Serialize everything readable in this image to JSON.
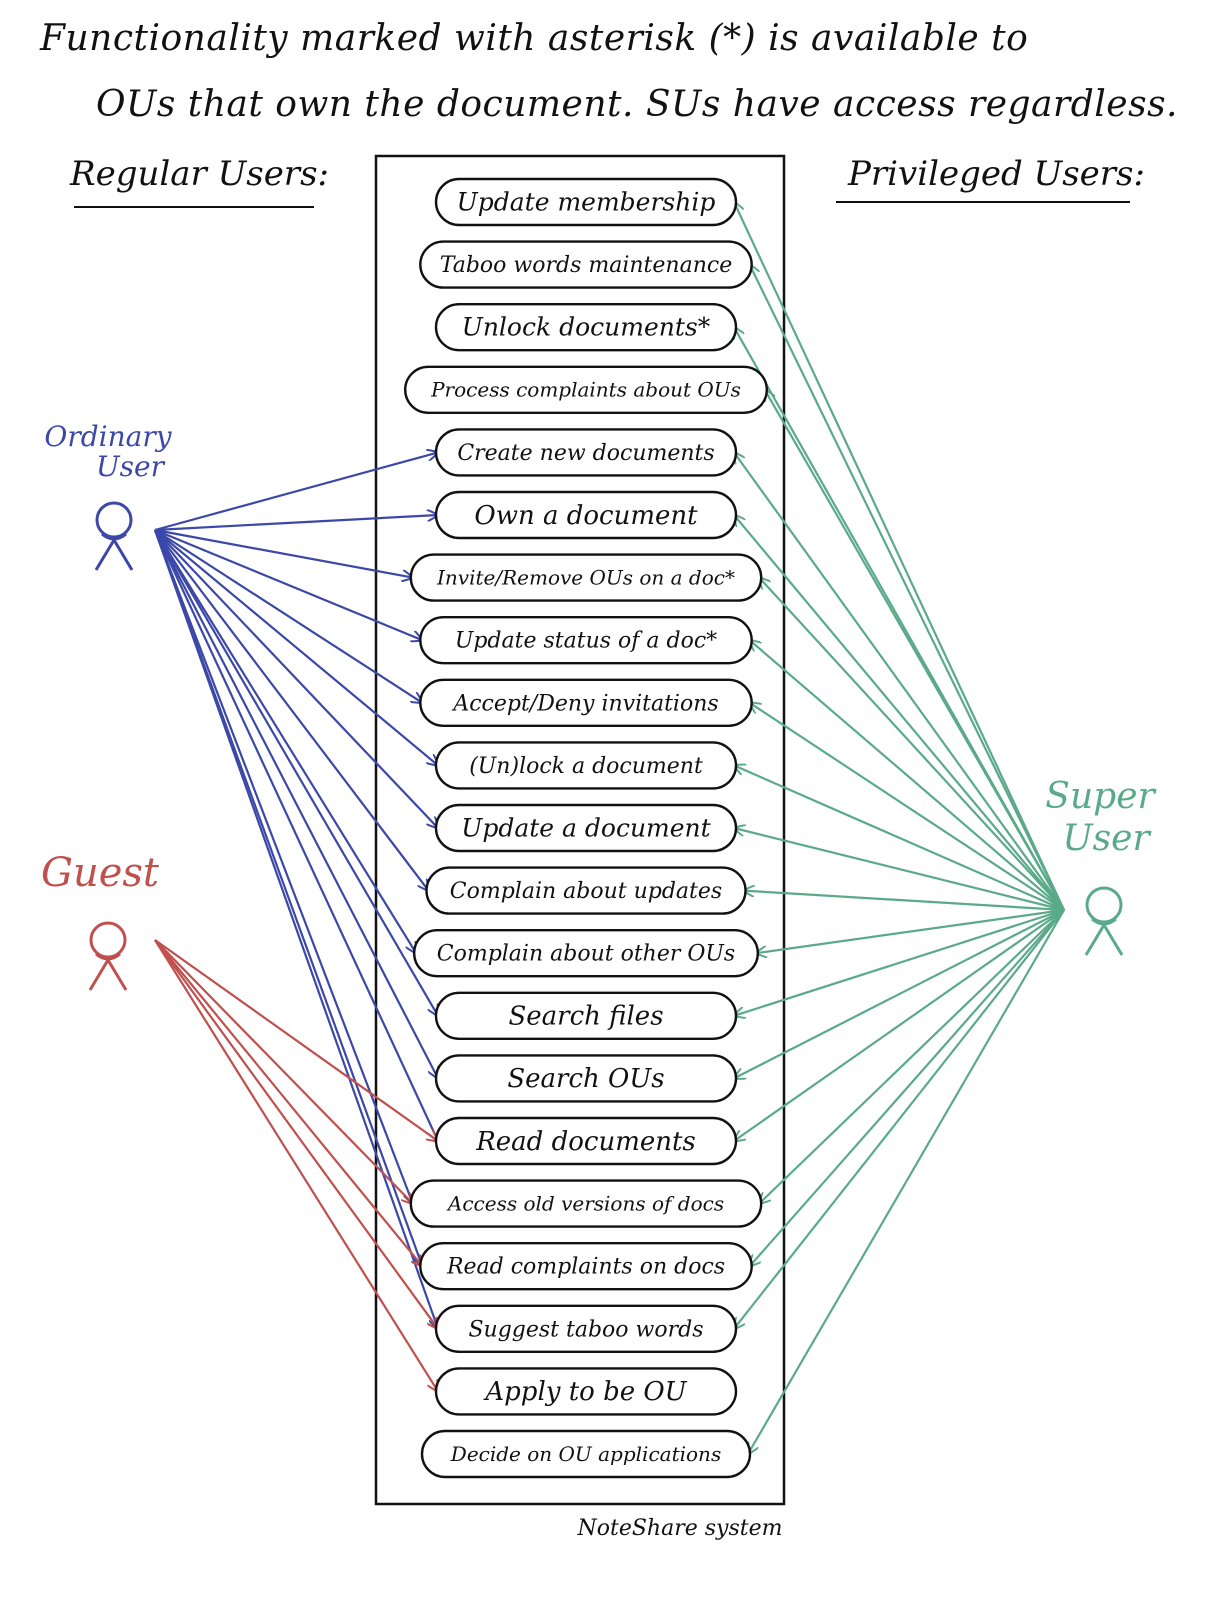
{
  "note": {
    "line1": "Functionality marked with asterisk (*) is available to",
    "line2": "OUs that own the document. SUs have access regardless."
  },
  "headings": {
    "regular": "Regular Users:",
    "privileged": "Privileged Users:"
  },
  "system_label": "NoteShare system",
  "actors": {
    "ordinary": {
      "label_line1": "Ordinary",
      "label_line2": "User",
      "color": "#3b48a8"
    },
    "guest": {
      "label": "Guest",
      "color": "#c0504d"
    },
    "super": {
      "label_line1": "Super",
      "label_line2": "User",
      "color": "#5aaa8a"
    }
  },
  "use_cases": [
    "Update membership",
    "Taboo words maintenance",
    "Unlock documents*",
    "Process complaints about OUs",
    "Create new documents",
    "Own a document",
    "Invite/Remove OUs on a doc*",
    "Update status of a doc*",
    "Accept/Deny invitations",
    "(Un)lock a document",
    "Update a document",
    "Complain about updates",
    "Complain about other OUs",
    "Search files",
    "Search OUs",
    "Read documents",
    "Access old versions of docs",
    "Read complaints on docs",
    "Suggest taboo words",
    "Apply to be OU",
    "Decide on OU applications"
  ],
  "associations": {
    "ordinary": [
      4,
      5,
      6,
      7,
      8,
      9,
      10,
      11,
      12,
      13,
      14,
      15,
      16,
      17,
      18
    ],
    "guest": [
      15,
      16,
      17,
      18,
      19
    ],
    "super": [
      0,
      1,
      2,
      3,
      4,
      5,
      6,
      7,
      8,
      9,
      10,
      11,
      12,
      13,
      14,
      15,
      16,
      17,
      18,
      20
    ]
  }
}
